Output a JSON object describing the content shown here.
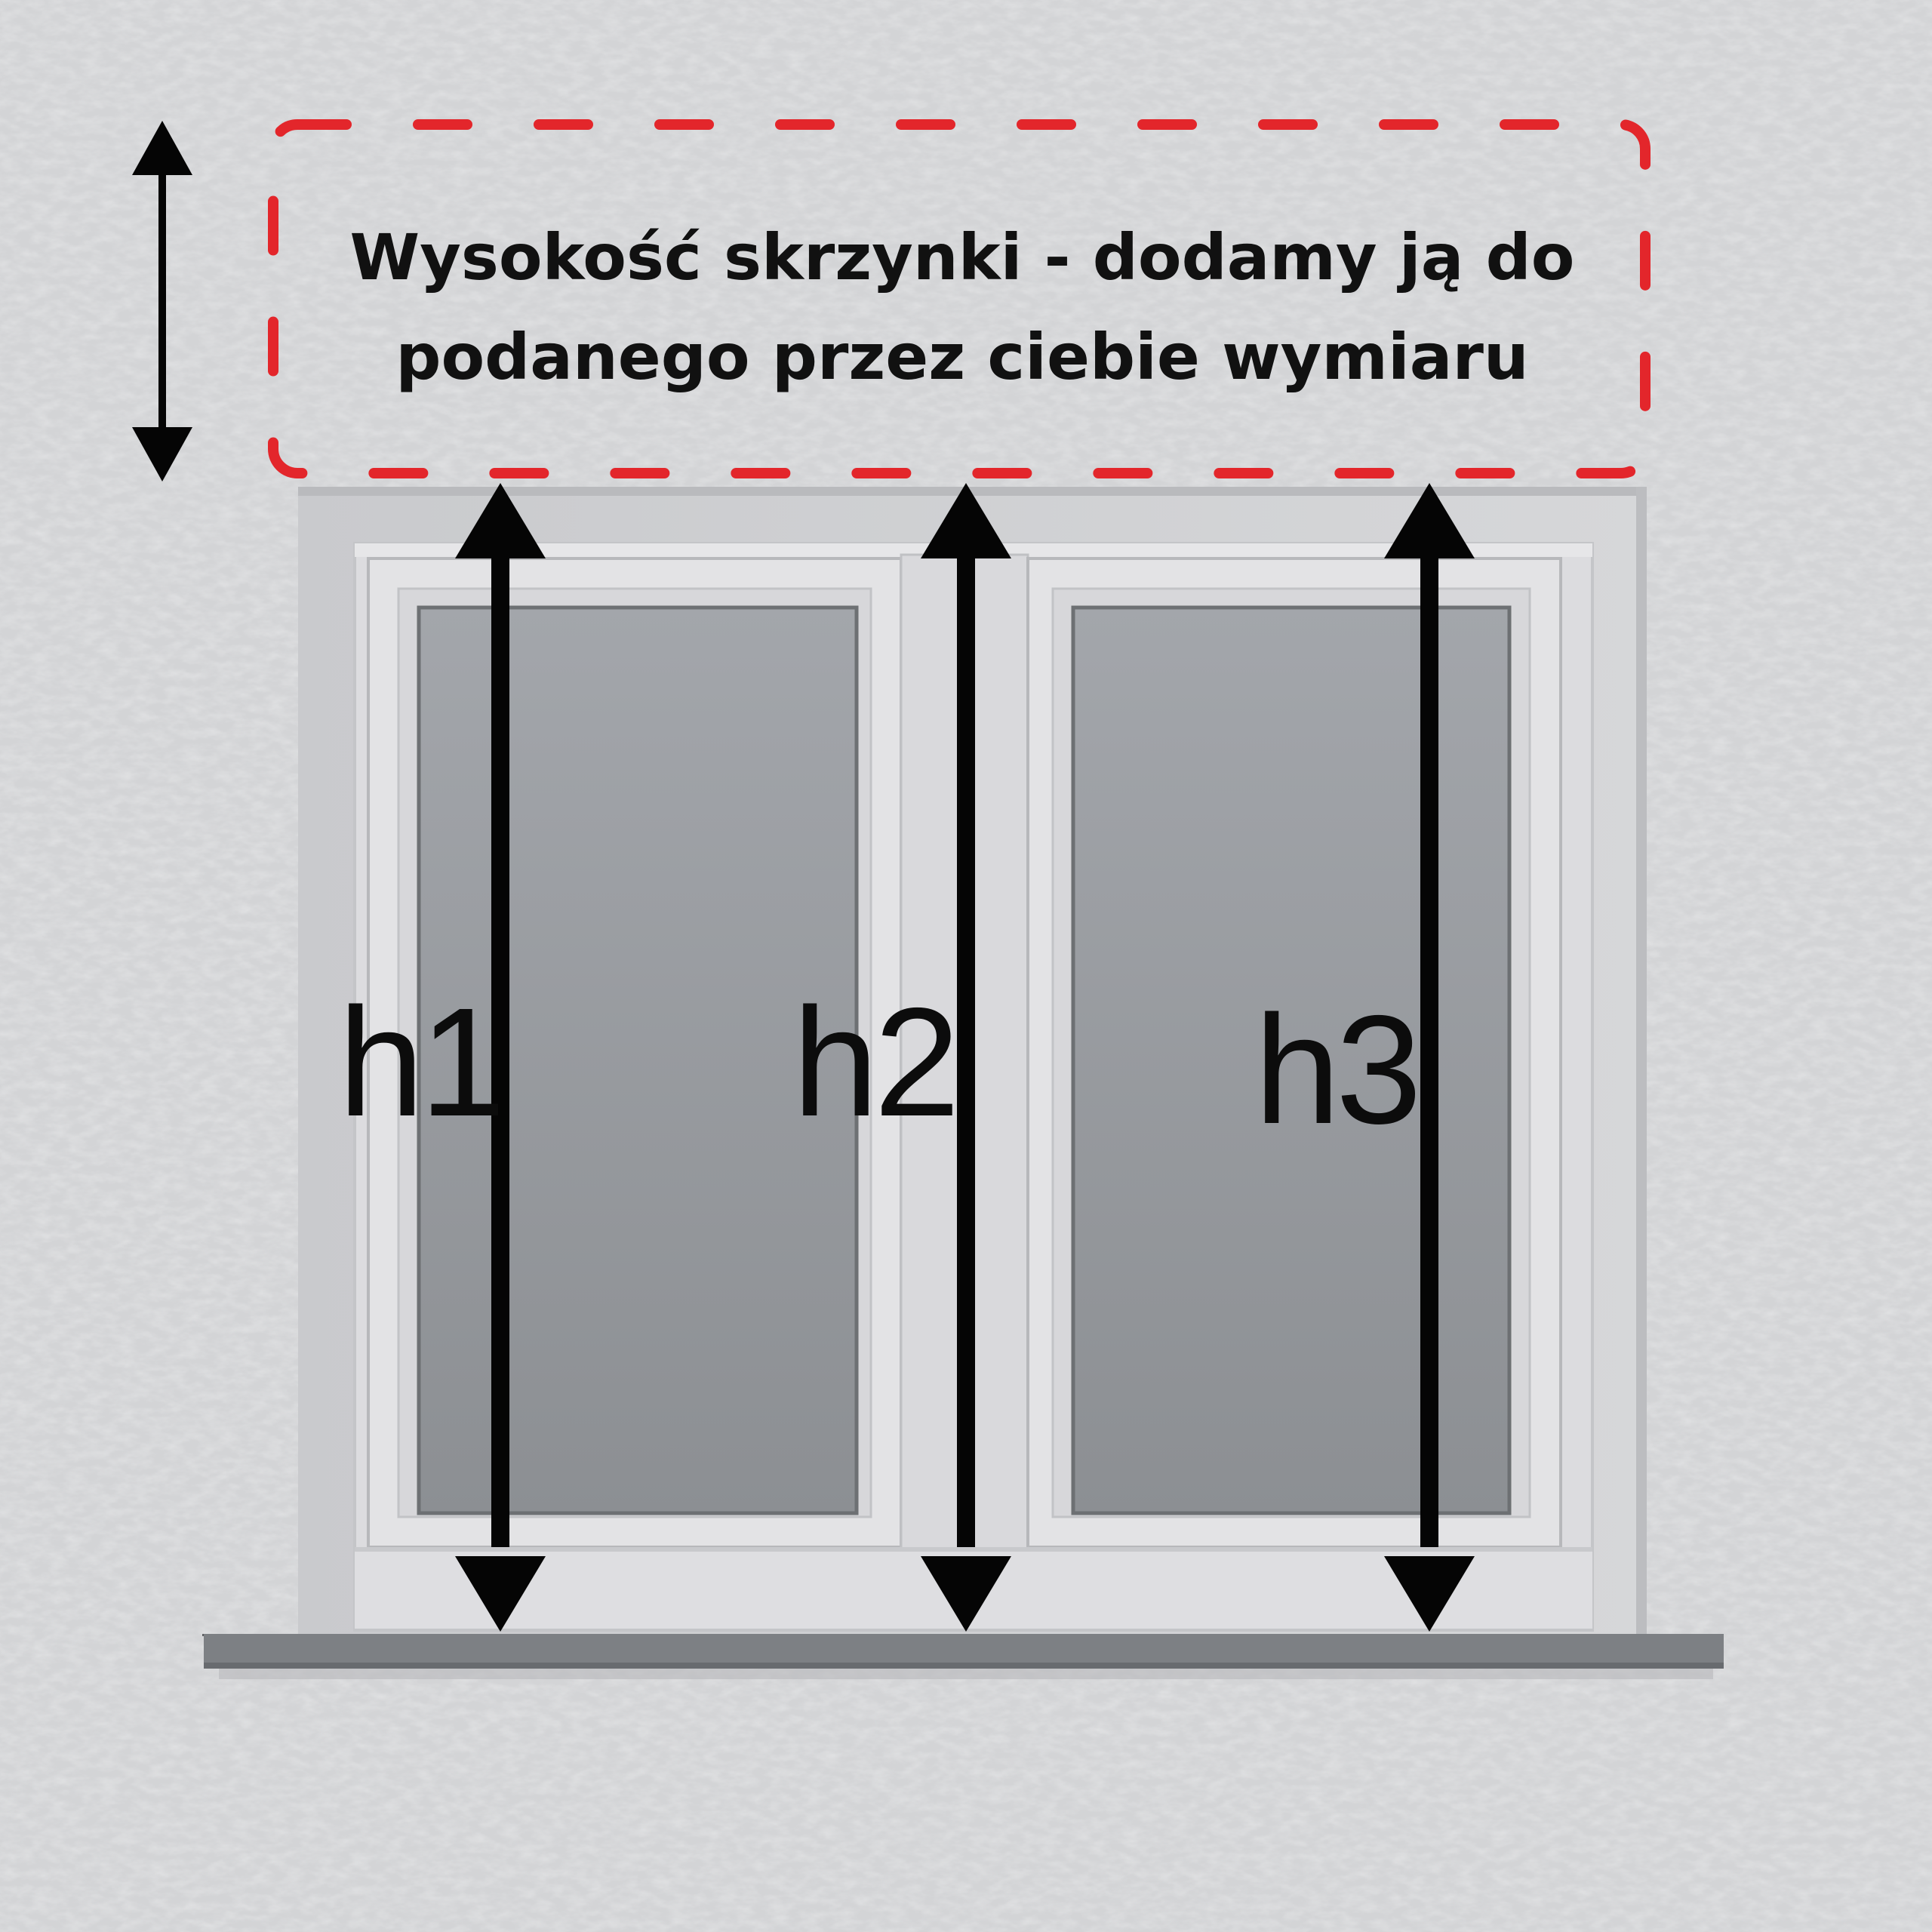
{
  "caption": {
    "line1": "Wysokość skrzynki - dodamy ją do",
    "line2": "podanego przez ciebie wymiaru"
  },
  "measurements": [
    {
      "id": "h1",
      "label": "h1"
    },
    {
      "id": "h2",
      "label": "h2"
    },
    {
      "id": "h3",
      "label": "h3"
    }
  ],
  "colors": {
    "wall": "#d3d4d6",
    "frame": "#dcdcdf",
    "glass": "#8f9296",
    "sill": "#7c7f83",
    "dash": "#e3262b",
    "arrow": "#050505"
  }
}
